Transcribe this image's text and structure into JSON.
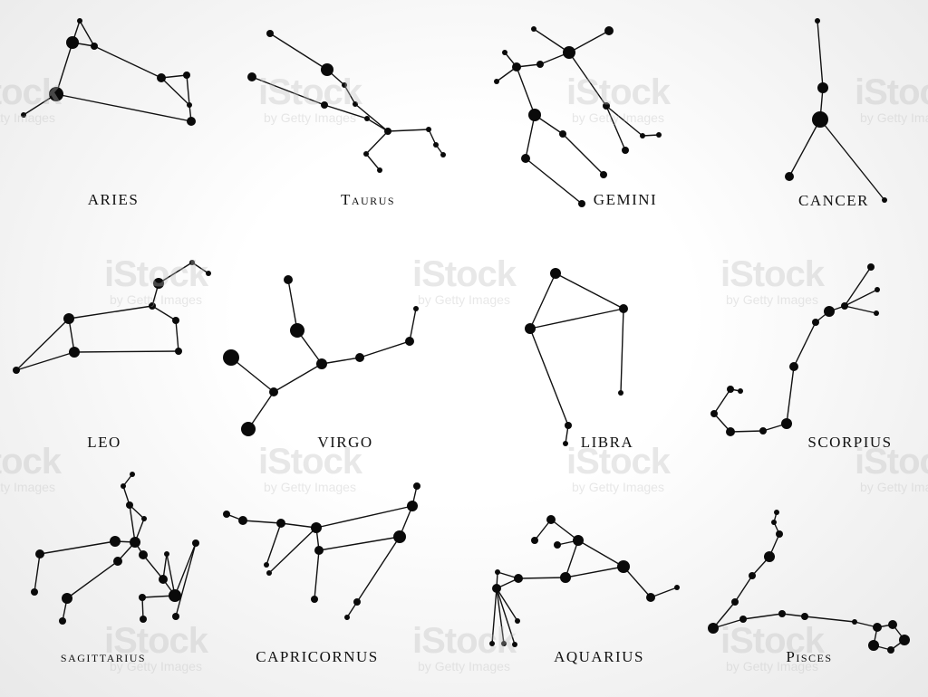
{
  "watermark": {
    "brand": "iStock",
    "byline": "by Getty Images"
  },
  "constellations": [
    {
      "id": "aries",
      "label": "ARIES",
      "stars": [
        [
          88,
          23,
          3
        ],
        [
          80,
          47,
          7
        ],
        [
          104,
          51,
          4
        ],
        [
          178,
          86,
          5
        ],
        [
          206,
          83,
          4
        ],
        [
          209,
          116,
          3
        ],
        [
          211,
          134,
          5
        ],
        [
          62,
          104,
          8
        ],
        [
          26,
          127,
          3
        ]
      ],
      "lines": [
        [
          0,
          1
        ],
        [
          0,
          2
        ],
        [
          1,
          2
        ],
        [
          2,
          3
        ],
        [
          3,
          4
        ],
        [
          4,
          5
        ],
        [
          3,
          5
        ],
        [
          5,
          6
        ],
        [
          1,
          7
        ],
        [
          7,
          6
        ],
        [
          7,
          8
        ]
      ]
    },
    {
      "id": "taurus",
      "label": "Taurus",
      "stars": [
        [
          298,
          37,
          4
        ],
        [
          361,
          77,
          7
        ],
        [
          380,
          94,
          3
        ],
        [
          392,
          115,
          3
        ],
        [
          278,
          85,
          5
        ],
        [
          358,
          116,
          4
        ],
        [
          405,
          131,
          3
        ],
        [
          428,
          145,
          4
        ],
        [
          473,
          143,
          3
        ],
        [
          481,
          160,
          3
        ],
        [
          489,
          171,
          3
        ],
        [
          404,
          170,
          3
        ],
        [
          419,
          188,
          3
        ]
      ],
      "lines": [
        [
          0,
          1
        ],
        [
          1,
          2
        ],
        [
          2,
          3
        ],
        [
          3,
          7
        ],
        [
          4,
          5
        ],
        [
          5,
          6
        ],
        [
          6,
          7
        ],
        [
          7,
          8
        ],
        [
          8,
          9
        ],
        [
          9,
          10
        ],
        [
          7,
          11
        ],
        [
          11,
          12
        ]
      ]
    },
    {
      "id": "gemini",
      "label": "GEMINI",
      "stars": [
        [
          589,
          32,
          3
        ],
        [
          628,
          58,
          7
        ],
        [
          672,
          34,
          5
        ],
        [
          596,
          71,
          4
        ],
        [
          570,
          74,
          5
        ],
        [
          557,
          58,
          3
        ],
        [
          548,
          90,
          3
        ],
        [
          590,
          127,
          7
        ],
        [
          580,
          175,
          5
        ],
        [
          642,
          225,
          4
        ],
        [
          621,
          148,
          4
        ],
        [
          666,
          193,
          4
        ],
        [
          669,
          117,
          4
        ],
        [
          690,
          166,
          4
        ],
        [
          709,
          150,
          3
        ],
        [
          727,
          149,
          3
        ]
      ],
      "lines": [
        [
          0,
          1
        ],
        [
          1,
          2
        ],
        [
          1,
          3
        ],
        [
          3,
          4
        ],
        [
          4,
          5
        ],
        [
          4,
          6
        ],
        [
          4,
          7
        ],
        [
          7,
          8
        ],
        [
          8,
          9
        ],
        [
          7,
          10
        ],
        [
          10,
          11
        ],
        [
          1,
          12
        ],
        [
          12,
          13
        ],
        [
          12,
          14
        ],
        [
          14,
          15
        ]
      ]
    },
    {
      "id": "cancer",
      "label": "CANCER",
      "stars": [
        [
          902,
          23,
          3
        ],
        [
          908,
          97,
          6
        ],
        [
          905,
          132,
          9
        ],
        [
          871,
          195,
          5
        ],
        [
          976,
          221,
          3
        ]
      ],
      "lines": [
        [
          0,
          1
        ],
        [
          1,
          2
        ],
        [
          2,
          3
        ],
        [
          2,
          4
        ]
      ]
    },
    {
      "id": "leo",
      "label": "LEO",
      "stars": [
        [
          18,
          409,
          4
        ],
        [
          76,
          352,
          6
        ],
        [
          82,
          389,
          6
        ],
        [
          197,
          388,
          4
        ],
        [
          194,
          354,
          4
        ],
        [
          168,
          338,
          4
        ],
        [
          175,
          313,
          6
        ],
        [
          212,
          290,
          3
        ],
        [
          230,
          302,
          3
        ]
      ],
      "lines": [
        [
          0,
          1
        ],
        [
          0,
          2
        ],
        [
          1,
          2
        ],
        [
          2,
          3
        ],
        [
          3,
          4
        ],
        [
          4,
          5
        ],
        [
          1,
          5
        ],
        [
          5,
          6
        ],
        [
          6,
          7
        ],
        [
          7,
          8
        ]
      ]
    },
    {
      "id": "virgo",
      "label": "VIRGO",
      "stars": [
        [
          318,
          309,
          5
        ],
        [
          328,
          365,
          8
        ],
        [
          355,
          402,
          6
        ],
        [
          397,
          395,
          5
        ],
        [
          452,
          377,
          5
        ],
        [
          459,
          341,
          3
        ],
        [
          302,
          433,
          5
        ],
        [
          255,
          395,
          9
        ],
        [
          274,
          474,
          8
        ]
      ],
      "lines": [
        [
          0,
          1
        ],
        [
          1,
          2
        ],
        [
          2,
          3
        ],
        [
          3,
          4
        ],
        [
          4,
          5
        ],
        [
          2,
          6
        ],
        [
          6,
          7
        ],
        [
          6,
          8
        ]
      ]
    },
    {
      "id": "libra",
      "label": "LIBRA",
      "stars": [
        [
          613,
          302,
          6
        ],
        [
          688,
          341,
          5
        ],
        [
          585,
          363,
          6
        ],
        [
          685,
          434,
          3
        ],
        [
          627,
          470,
          4
        ],
        [
          624,
          490,
          3
        ]
      ],
      "lines": [
        [
          0,
          1
        ],
        [
          0,
          2
        ],
        [
          2,
          1
        ],
        [
          1,
          3
        ],
        [
          2,
          4
        ],
        [
          4,
          5
        ]
      ]
    },
    {
      "id": "scorpius",
      "label": "SCORPIUS",
      "stars": [
        [
          961,
          295,
          4
        ],
        [
          968,
          320,
          3
        ],
        [
          967,
          346,
          3
        ],
        [
          932,
          338,
          4
        ],
        [
          915,
          344,
          6
        ],
        [
          900,
          356,
          4
        ],
        [
          876,
          405,
          5
        ],
        [
          868,
          468,
          6
        ],
        [
          842,
          476,
          4
        ],
        [
          806,
          477,
          5
        ],
        [
          788,
          457,
          4
        ],
        [
          806,
          430,
          4
        ],
        [
          817,
          432,
          3
        ]
      ],
      "lines": [
        [
          0,
          3
        ],
        [
          1,
          3
        ],
        [
          2,
          3
        ],
        [
          3,
          4
        ],
        [
          4,
          5
        ],
        [
          5,
          6
        ],
        [
          6,
          7
        ],
        [
          7,
          8
        ],
        [
          8,
          9
        ],
        [
          9,
          10
        ],
        [
          10,
          11
        ],
        [
          11,
          12
        ]
      ]
    },
    {
      "id": "sagittarius",
      "label": "sagittarius",
      "stars": [
        [
          146,
          524,
          3
        ],
        [
          136,
          537,
          3
        ],
        [
          143,
          558,
          4
        ],
        [
          159,
          573,
          3
        ],
        [
          149,
          599,
          6
        ],
        [
          127,
          598,
          6
        ],
        [
          44,
          612,
          5
        ],
        [
          38,
          654,
          4
        ],
        [
          130,
          620,
          5
        ],
        [
          74,
          661,
          6
        ],
        [
          69,
          686,
          4
        ],
        [
          158,
          613,
          5
        ],
        [
          180,
          640,
          5
        ],
        [
          193,
          658,
          7
        ],
        [
          157,
          660,
          4
        ],
        [
          158,
          684,
          4
        ],
        [
          184,
          612,
          3
        ],
        [
          216,
          600,
          4
        ],
        [
          194,
          681,
          4
        ]
      ],
      "lines": [
        [
          0,
          1
        ],
        [
          1,
          2
        ],
        [
          2,
          3
        ],
        [
          3,
          4
        ],
        [
          2,
          4
        ],
        [
          4,
          5
        ],
        [
          5,
          6
        ],
        [
          6,
          7
        ],
        [
          4,
          8
        ],
        [
          8,
          9
        ],
        [
          9,
          10
        ],
        [
          4,
          11
        ],
        [
          11,
          12
        ],
        [
          12,
          13
        ],
        [
          13,
          14
        ],
        [
          14,
          15
        ],
        [
          12,
          16
        ],
        [
          13,
          17
        ],
        [
          17,
          18
        ],
        [
          13,
          16
        ]
      ]
    },
    {
      "id": "capricornus",
      "label": "CAPRICORNUS",
      "stars": [
        [
          250,
          568,
          4
        ],
        [
          268,
          575,
          5
        ],
        [
          310,
          578,
          5
        ],
        [
          349,
          583,
          6
        ],
        [
          455,
          559,
          6
        ],
        [
          460,
          537,
          4
        ],
        [
          441,
          593,
          7
        ],
        [
          352,
          608,
          5
        ],
        [
          347,
          662,
          4
        ],
        [
          294,
          624,
          3
        ],
        [
          297,
          633,
          3
        ],
        [
          394,
          665,
          4
        ],
        [
          383,
          682,
          3
        ]
      ],
      "lines": [
        [
          0,
          1
        ],
        [
          1,
          2
        ],
        [
          2,
          3
        ],
        [
          3,
          4
        ],
        [
          4,
          5
        ],
        [
          4,
          6
        ],
        [
          6,
          7
        ],
        [
          3,
          7
        ],
        [
          7,
          8
        ],
        [
          2,
          9
        ],
        [
          3,
          10
        ],
        [
          6,
          11
        ],
        [
          11,
          12
        ]
      ]
    },
    {
      "id": "aquarius",
      "label": "AQUARIUS",
      "stars": [
        [
          608,
          574,
          5
        ],
        [
          590,
          597,
          4
        ],
        [
          615,
          602,
          4
        ],
        [
          638,
          597,
          6
        ],
        [
          624,
          638,
          6
        ],
        [
          688,
          626,
          7
        ],
        [
          718,
          660,
          5
        ],
        [
          747,
          649,
          3
        ],
        [
          572,
          639,
          5
        ],
        [
          549,
          632,
          3
        ],
        [
          548,
          650,
          5
        ],
        [
          571,
          686,
          3
        ],
        [
          568,
          712,
          3
        ],
        [
          556,
          711,
          3
        ],
        [
          543,
          711,
          3
        ]
      ],
      "lines": [
        [
          0,
          1
        ],
        [
          0,
          3
        ],
        [
          2,
          3
        ],
        [
          3,
          4
        ],
        [
          3,
          5
        ],
        [
          5,
          6
        ],
        [
          6,
          7
        ],
        [
          4,
          8
        ],
        [
          8,
          9
        ],
        [
          8,
          10
        ],
        [
          10,
          11
        ],
        [
          10,
          12
        ],
        [
          10,
          13
        ],
        [
          10,
          14
        ],
        [
          9,
          10
        ],
        [
          5,
          4
        ]
      ]
    },
    {
      "id": "pisces",
      "label": "Pisces",
      "stars": [
        [
          857,
          566,
          3
        ],
        [
          854,
          577,
          3
        ],
        [
          860,
          590,
          4
        ],
        [
          849,
          615,
          6
        ],
        [
          830,
          636,
          4
        ],
        [
          811,
          665,
          4
        ],
        [
          787,
          694,
          6
        ],
        [
          820,
          684,
          4
        ],
        [
          863,
          678,
          4
        ],
        [
          888,
          681,
          4
        ],
        [
          943,
          687,
          3
        ],
        [
          968,
          693,
          5
        ],
        [
          985,
          690,
          5
        ],
        [
          998,
          707,
          6
        ],
        [
          983,
          718,
          4
        ],
        [
          964,
          713,
          6
        ]
      ],
      "lines": [
        [
          0,
          1
        ],
        [
          1,
          2
        ],
        [
          2,
          3
        ],
        [
          3,
          4
        ],
        [
          4,
          5
        ],
        [
          5,
          6
        ],
        [
          6,
          7
        ],
        [
          7,
          8
        ],
        [
          8,
          9
        ],
        [
          9,
          10
        ],
        [
          10,
          11
        ],
        [
          11,
          12
        ],
        [
          12,
          13
        ],
        [
          13,
          14
        ],
        [
          14,
          15
        ],
        [
          15,
          11
        ]
      ]
    }
  ]
}
